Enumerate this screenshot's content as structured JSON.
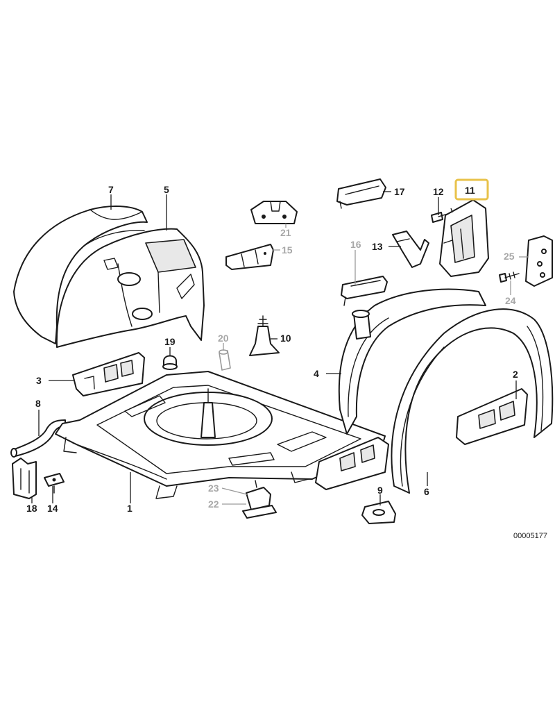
{
  "diagram": {
    "catalog_number": "00005177",
    "highlight_color": "#e8c24a",
    "highlighted_part": "11",
    "callouts": {
      "p1": "1",
      "p2": "2",
      "p3": "3",
      "p4": "4",
      "p5": "5",
      "p6": "6",
      "p7": "7",
      "p8": "8",
      "p9": "9",
      "p10": "10",
      "p11": "11",
      "p12": "12",
      "p13": "13",
      "p14": "14",
      "p15": "15",
      "p16": "16",
      "p17": "17",
      "p18": "18",
      "p19": "19",
      "p20": "20",
      "p21": "21",
      "p22": "22",
      "p23": "23",
      "p24": "24",
      "p25": "25"
    }
  }
}
